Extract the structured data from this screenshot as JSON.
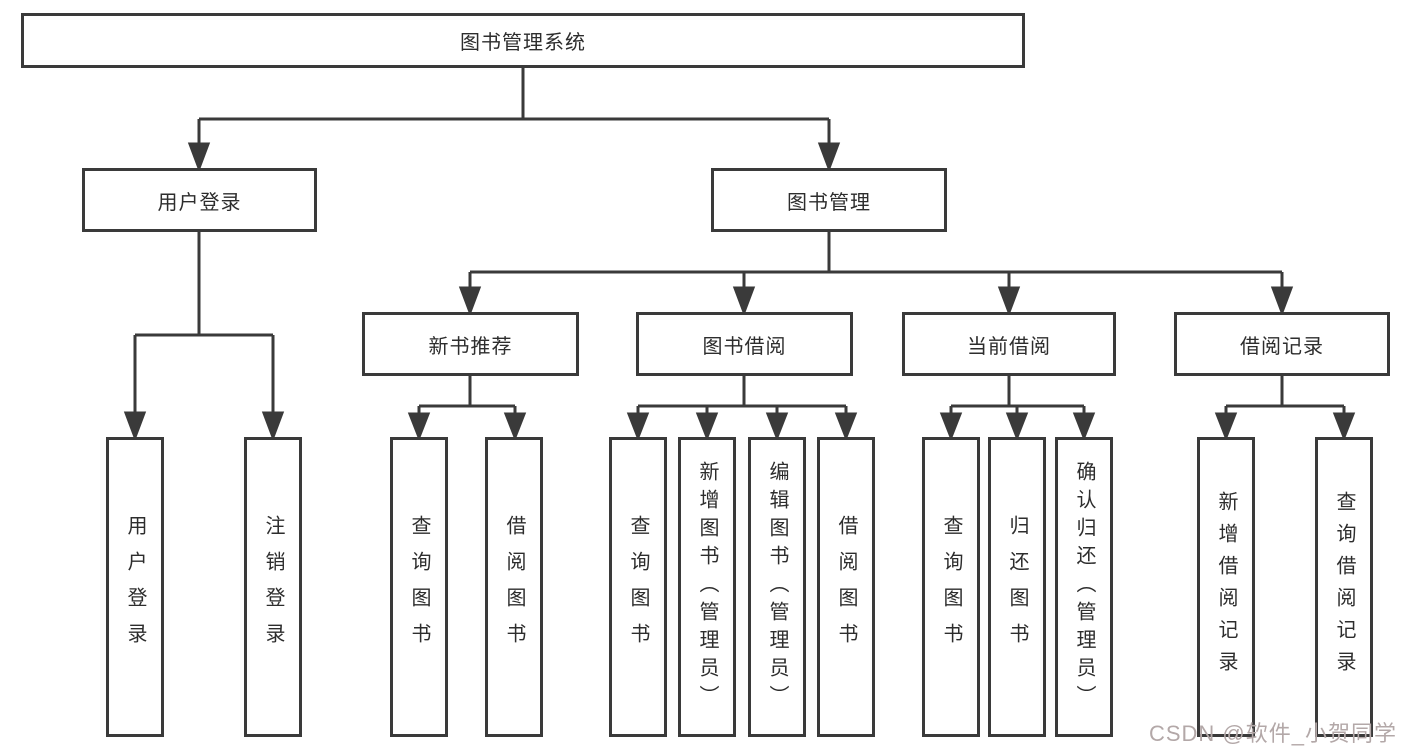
{
  "diagram": {
    "root": "图书管理系统",
    "branches": {
      "userLogin": "用户登录",
      "bookManagement": "图书管理"
    },
    "modules": {
      "newBookRecommend": "新书推荐",
      "bookBorrow": "图书借阅",
      "currentBorrow": "当前借阅",
      "borrowRecords": "借阅记录"
    },
    "leaves": {
      "userLogin": "用户登录",
      "logoutLogin": "注销登录",
      "nbQueryBooks": "查询图书",
      "nbBorrowBooks": "借阅图书",
      "bbQueryBooks": "查询图书",
      "bbAddBooks": "新增图书（管理员）",
      "bbEditBooks": "编辑图书（管理员）",
      "bbBorrowBooks": "借阅图书",
      "cbQueryBooks": "查询图书",
      "cbReturnBooks": "归还图书",
      "cbConfirmReturn": "确认归还（管理员）",
      "brAddRecord": "新增借阅记录",
      "brQueryRecord": "查询借阅记录"
    }
  },
  "watermark": {
    "text": "CSDN @软件_小贺同学",
    "color": "#b3a8a8"
  },
  "colors": {
    "line": "#3a3a3a",
    "text": "#2d2d2d",
    "background": "#ffffff"
  }
}
